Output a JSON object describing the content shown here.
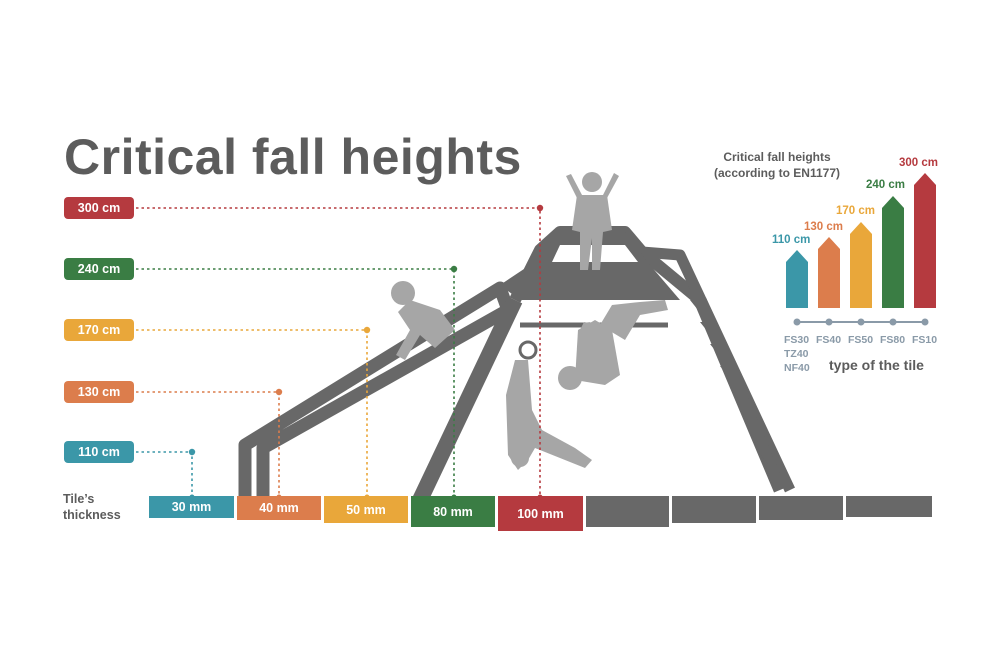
{
  "title": "Critical fall heights",
  "heights": [
    {
      "label": "300 cm",
      "color": "#b53a3f"
    },
    {
      "label": "240 cm",
      "color": "#3a7d44"
    },
    {
      "label": "170 cm",
      "color": "#e9a73a"
    },
    {
      "label": "130 cm",
      "color": "#dc7d4c"
    },
    {
      "label": "110 cm",
      "color": "#3b97a8"
    }
  ],
  "thickness_label": [
    "Tile’s",
    "thickness"
  ],
  "tiles": [
    {
      "label": "30 mm",
      "color": "#3b97a8"
    },
    {
      "label": "40 mm",
      "color": "#dc7d4c"
    },
    {
      "label": "50 mm",
      "color": "#e9a73a"
    },
    {
      "label": "80 mm",
      "color": "#3a7d44"
    },
    {
      "label": "100 mm",
      "color": "#b53a3f"
    }
  ],
  "ground_color": "#686868",
  "legend": {
    "title": [
      "Critical fall heights",
      "(according to EN1177)"
    ],
    "x_label": "type of the tile",
    "bars": [
      {
        "value": "110 cm",
        "color": "#3b97a8",
        "types": [
          "FS30",
          "TZ40",
          "NF40"
        ]
      },
      {
        "value": "130 cm",
        "color": "#dc7d4c",
        "types": [
          "FS40"
        ]
      },
      {
        "value": "170 cm",
        "color": "#e9a73a",
        "types": [
          "FS50"
        ]
      },
      {
        "value": "240 cm",
        "color": "#3a7d44",
        "types": [
          "FS80"
        ]
      },
      {
        "value": "300 cm",
        "color": "#b53a3f",
        "types": [
          "FS10"
        ]
      }
    ]
  }
}
